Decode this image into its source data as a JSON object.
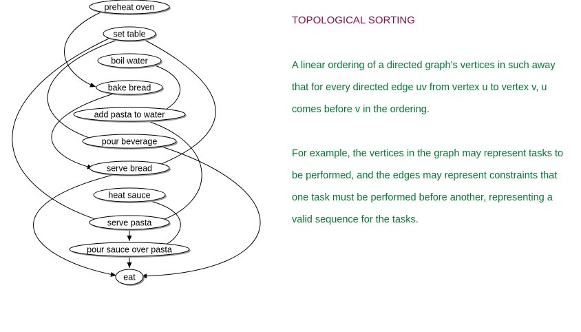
{
  "title": "TOPOLOGICAL SORTING",
  "paragraphs": [
    "A linear ordering of a directed graph’s vertices in such away that for every directed edge uv from vertex u to vertex v, u comes before v in the ordering.",
    "For example, the vertices in the graph may represent tasks to be performed, and the edges may represent constraints that one task must be performed before another, representing a valid sequence for the tasks."
  ],
  "graph": {
    "nodes": [
      {
        "id": "preheat",
        "label": "preheat oven"
      },
      {
        "id": "set_table",
        "label": "set table"
      },
      {
        "id": "boil",
        "label": "boil water"
      },
      {
        "id": "bake",
        "label": "bake bread"
      },
      {
        "id": "add_pasta",
        "label": "add pasta to water"
      },
      {
        "id": "pour_bev",
        "label": "pour beverage"
      },
      {
        "id": "serve_bread",
        "label": "serve bread"
      },
      {
        "id": "heat",
        "label": "heat sauce"
      },
      {
        "id": "serve_pasta",
        "label": "serve pasta"
      },
      {
        "id": "pour_sauce",
        "label": "pour sauce over pasta"
      },
      {
        "id": "eat",
        "label": "eat"
      }
    ],
    "edges": [
      {
        "from": "preheat",
        "to": "bake"
      },
      {
        "from": "set_table",
        "to": "pour_bev"
      },
      {
        "from": "set_table",
        "to": "serve_bread"
      },
      {
        "from": "set_table",
        "to": "serve_pasta"
      },
      {
        "from": "boil",
        "to": "add_pasta"
      },
      {
        "from": "bake",
        "to": "serve_bread"
      },
      {
        "from": "add_pasta",
        "to": "serve_pasta"
      },
      {
        "from": "pour_bev",
        "to": "eat"
      },
      {
        "from": "serve_bread",
        "to": "eat"
      },
      {
        "from": "heat",
        "to": "pour_sauce"
      },
      {
        "from": "serve_pasta",
        "to": "pour_sauce"
      },
      {
        "from": "pour_sauce",
        "to": "eat"
      }
    ]
  },
  "colors": {
    "title": "#8b0a50",
    "body_text": "#007a2c",
    "node_shadow": "#9a9a9a"
  }
}
